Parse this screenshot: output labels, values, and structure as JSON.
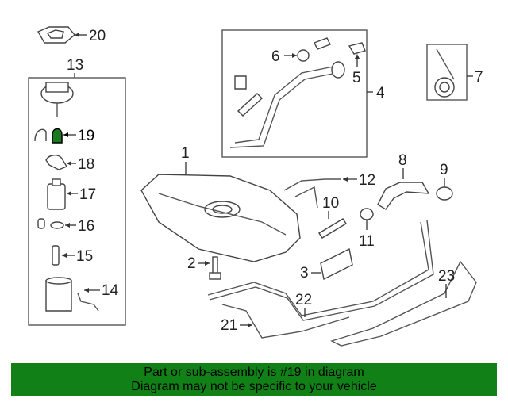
{
  "callouts": {
    "n1": "1",
    "n2": "2",
    "n3": "3",
    "n4": "4",
    "n5": "5",
    "n6": "6",
    "n7": "7",
    "n8": "8",
    "n9": "9",
    "n10": "10",
    "n11": "11",
    "n12": "12",
    "n13": "13",
    "n14": "14",
    "n15": "15",
    "n16": "16",
    "n17": "17",
    "n18": "18",
    "n19": "19",
    "n20": "20",
    "n21": "21",
    "n22": "22",
    "n23": "23"
  },
  "highlight": {
    "part": "19",
    "color": "#1a7a1f"
  },
  "banner": {
    "line1": "Part or sub-assembly is #19 in diagram",
    "line2": "Diagram may not be specific to your vehicle",
    "background": "#118017"
  }
}
